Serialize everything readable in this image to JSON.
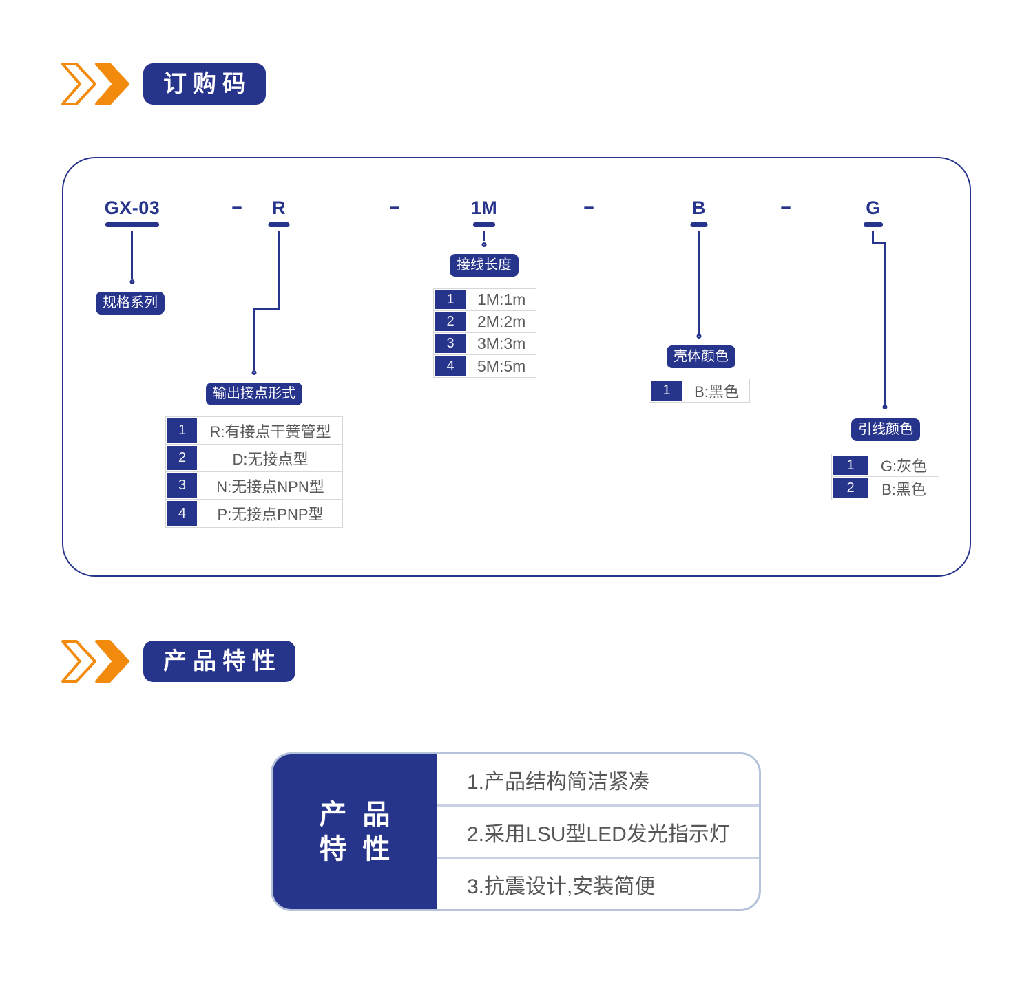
{
  "colors": {
    "primary_blue": "#27348B",
    "accent_orange": "#F28A0D",
    "table_text_gray": "#58595B",
    "table_border_gray": "#D6D7D9",
    "feature_card_border": "#B6C1DA"
  },
  "order_section": {
    "header": "订购码",
    "separator": "–",
    "parts": [
      {
        "code": "GX-03",
        "label": "规格系列",
        "options": []
      },
      {
        "code": "R",
        "label": "输出接点形式",
        "options": [
          {
            "no": "1",
            "text": "R:有接点干簧管型"
          },
          {
            "no": "2",
            "text": "D:无接点型"
          },
          {
            "no": "3",
            "text": "N:无接点NPN型"
          },
          {
            "no": "4",
            "text": "P:无接点PNP型"
          }
        ]
      },
      {
        "code": "1M",
        "label": "接线长度",
        "options": [
          {
            "no": "1",
            "text": "1M:1m"
          },
          {
            "no": "2",
            "text": "2M:2m"
          },
          {
            "no": "3",
            "text": "3M:3m"
          },
          {
            "no": "4",
            "text": "5M:5m"
          }
        ]
      },
      {
        "code": "B",
        "label": "壳体颜色",
        "options": [
          {
            "no": "1",
            "text": "B:黑色"
          }
        ]
      },
      {
        "code": "G",
        "label": "引线颜色",
        "options": [
          {
            "no": "1",
            "text": "G:灰色"
          },
          {
            "no": "2",
            "text": "B:黑色"
          }
        ]
      }
    ]
  },
  "features_section": {
    "header": "产品特性",
    "panel_line1": "产 品",
    "panel_line2": "特 性",
    "items": [
      "1.产品结构简洁紧凑",
      "2.采用LSU型LED发光指示灯",
      "3.抗震设计,安装简便"
    ]
  }
}
